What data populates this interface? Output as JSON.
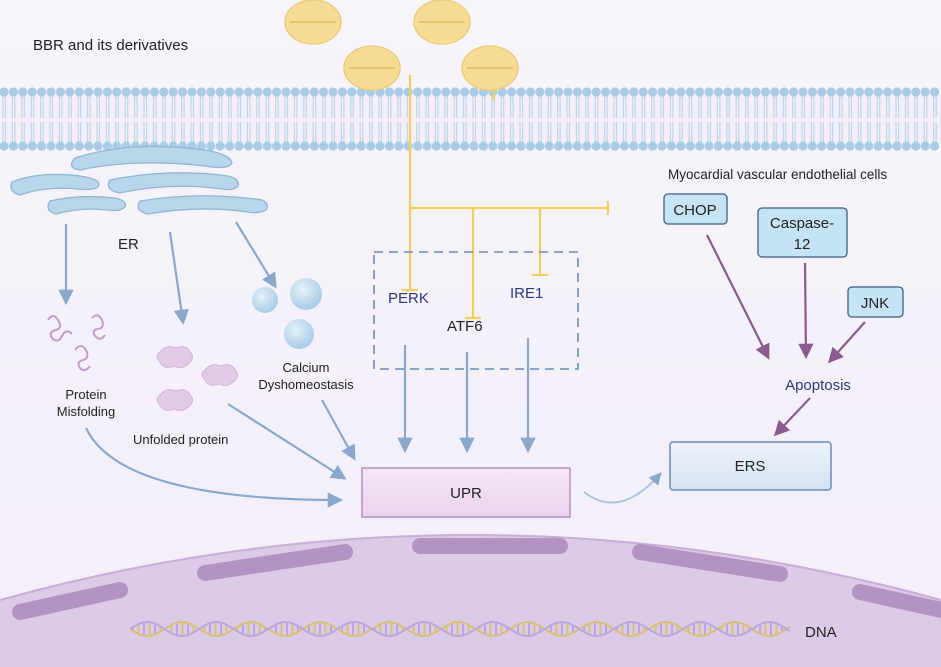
{
  "title": "BBR and its derivatives",
  "cell_label": "Myocardial vascular endothelial cells",
  "er_label": "ER",
  "protein_misfolding": [
    "Protein",
    "Misfolding"
  ],
  "unfolded_protein": "Unfolded protein",
  "calcium": [
    "Calcium",
    "Dyshomeostasis"
  ],
  "sensors": {
    "perk": "PERK",
    "atf6": "ATF6",
    "ire1": "IRE1"
  },
  "upr": "UPR",
  "chop": "CHOP",
  "caspase": [
    "Caspase-",
    "12"
  ],
  "jnk": "JNK",
  "apoptosis": "Apoptosis",
  "ers": "ERS",
  "dna": "DNA",
  "colors": {
    "membrane_head": "#a9cbe6",
    "membrane_tail": "#bcd6ea",
    "pill": "#f7dc96",
    "inhibit_line": "#f1d05a",
    "arrow_blue": "#8aa8cc",
    "arrow_purple": "#8a5b8e",
    "box_blue": "#c7e4f7",
    "upr_box": "#f0dcf2",
    "nucleus": "#dccbe6",
    "nucleus_band": "#b592c4",
    "dna_a": "#d9c07a",
    "dna_b": "#b8a6dc"
  }
}
